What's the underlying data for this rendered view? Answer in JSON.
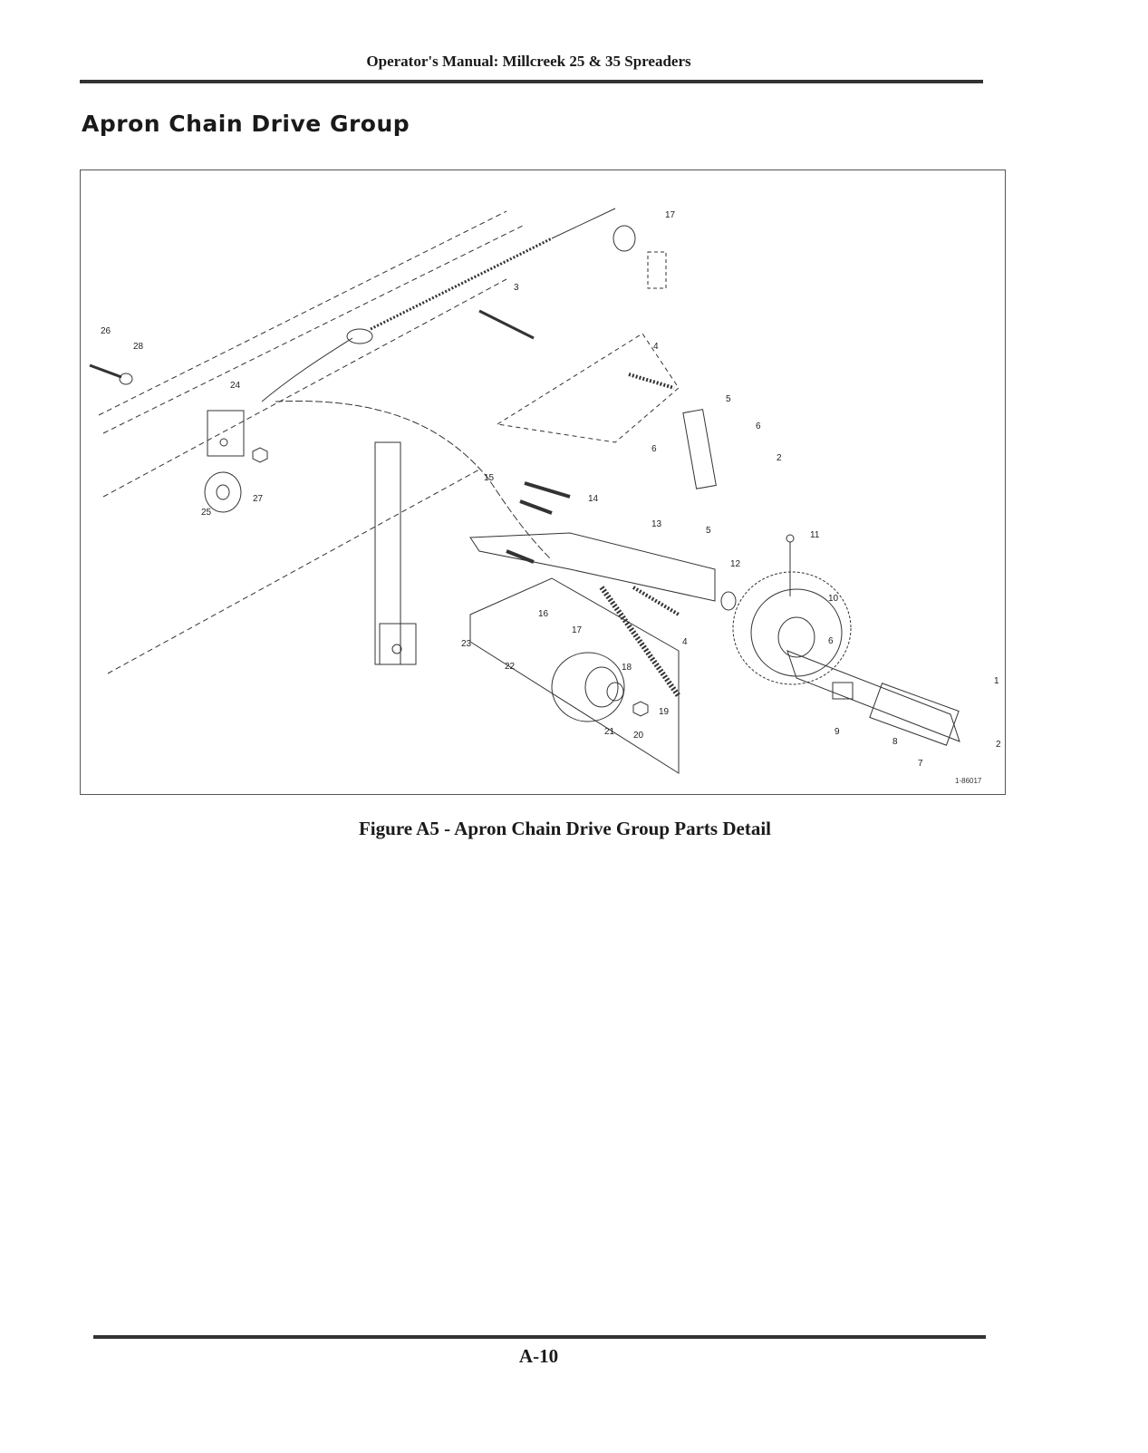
{
  "header": {
    "text": "Operator's Manual: Millcreek 25 & 35 Spreaders"
  },
  "section": {
    "title": "Apron Chain Drive Group"
  },
  "figure": {
    "caption": "Figure A5 - Apron Chain Drive Group Parts Detail",
    "drawing_ref": "1-86017",
    "callouts": [
      "1",
      "2",
      "3",
      "4",
      "5",
      "6",
      "7",
      "8",
      "9",
      "10",
      "11",
      "12",
      "13",
      "14",
      "15",
      "16",
      "17",
      "18",
      "19",
      "20",
      "21",
      "22",
      "23",
      "24",
      "25",
      "26",
      "27",
      "28"
    ]
  },
  "footer": {
    "page_number": "A-10"
  },
  "colors": {
    "ink": "#1a1a1a",
    "line": "#333333",
    "paper": "#ffffff"
  },
  "icons": {
    "diagram": "exploded-parts-diagram-icon"
  }
}
